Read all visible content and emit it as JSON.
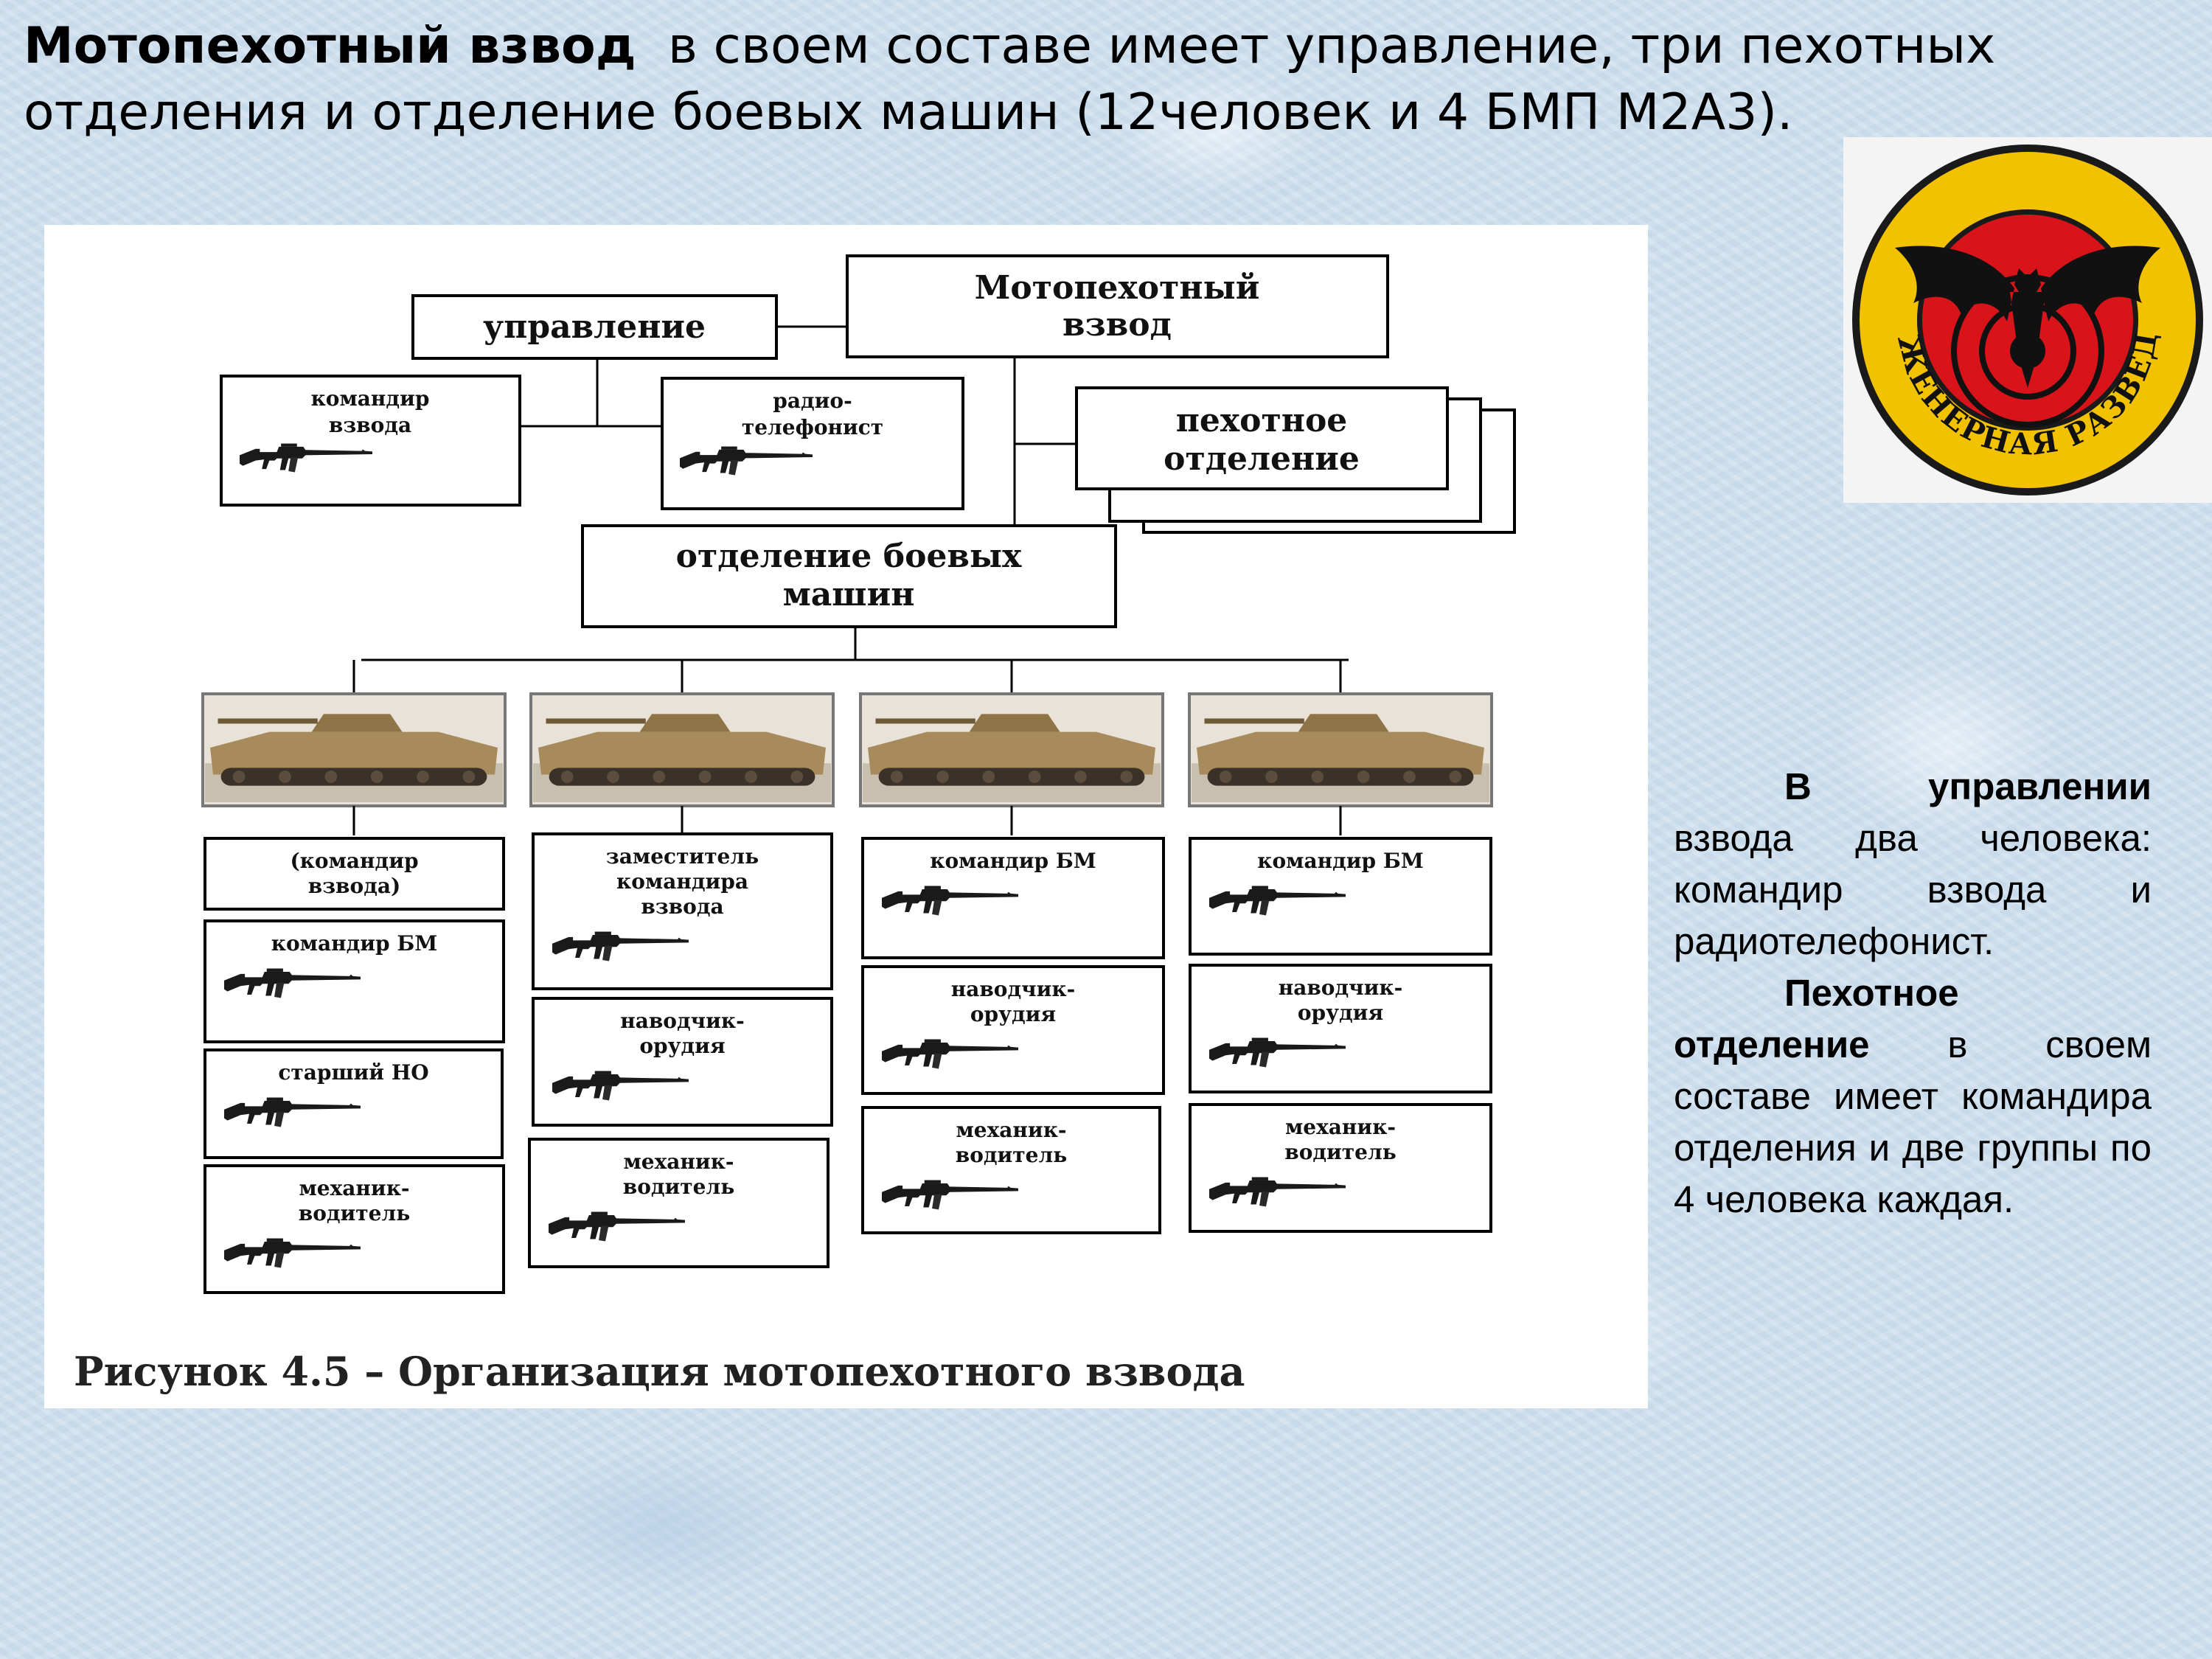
{
  "heading": {
    "bold": "Мотопехотный взвод",
    "rest": "в своем составе имеет управление, три пехотных отделения и отделение боевых машин (12человек и 4 БМП М2А3)."
  },
  "diagram": {
    "root": [
      "Мотопехотный",
      "взвод"
    ],
    "control": "управление",
    "control_members": [
      {
        "lines": [
          "командир",
          "взвода"
        ]
      },
      {
        "lines": [
          "радио-",
          "телефонист"
        ]
      }
    ],
    "infantry": [
      "пехотное",
      "отделение"
    ],
    "vehicles": [
      "отделение боевых",
      "машин"
    ],
    "columns": [
      [
        {
          "lines": [
            "(командир",
            "взвода)"
          ],
          "rifle": false
        },
        {
          "lines": [
            "командир БМ"
          ],
          "rifle": true
        },
        {
          "lines": [
            "старший НО"
          ],
          "rifle": true
        },
        {
          "lines": [
            "механик-",
            "водитель"
          ],
          "rifle": true
        }
      ],
      [
        {
          "lines": [
            "заместитель",
            "командира",
            "взвода"
          ],
          "rifle": true
        },
        {
          "lines": [
            "наводчик-",
            "орудия"
          ],
          "rifle": true
        },
        {
          "lines": [
            "механик-",
            "водитель"
          ],
          "rifle": true
        }
      ],
      [
        {
          "lines": [
            "командир БМ"
          ],
          "rifle": true
        },
        {
          "lines": [
            "наводчик-",
            "орудия"
          ],
          "rifle": true
        },
        {
          "lines": [
            "механик-",
            "водитель"
          ],
          "rifle": true
        }
      ],
      [
        {
          "lines": [
            "командир БМ"
          ],
          "rifle": true
        },
        {
          "lines": [
            "наводчик-",
            "орудия"
          ],
          "rifle": true
        },
        {
          "lines": [
            "механик-",
            "водитель"
          ],
          "rifle": true
        }
      ]
    ],
    "caption": "Рисунок 4.5 – Организация мотопехотного взвода"
  },
  "badge": {
    "text": "ИНЖЕНЕРНАЯ РАЗВЕДКА",
    "colors": {
      "ring": "#f2c200",
      "center": "#d8141a",
      "emblem": "#111111"
    }
  },
  "side_text": {
    "p1_bold": "В управлении",
    "p1_rest": "взвода два человека: командир взвода и радиотелефонист.",
    "p2_bold": "Пехотное отделение",
    "p2_rest": "в своем составе имеет командира отделения и две группы по 4 человека каждая."
  }
}
